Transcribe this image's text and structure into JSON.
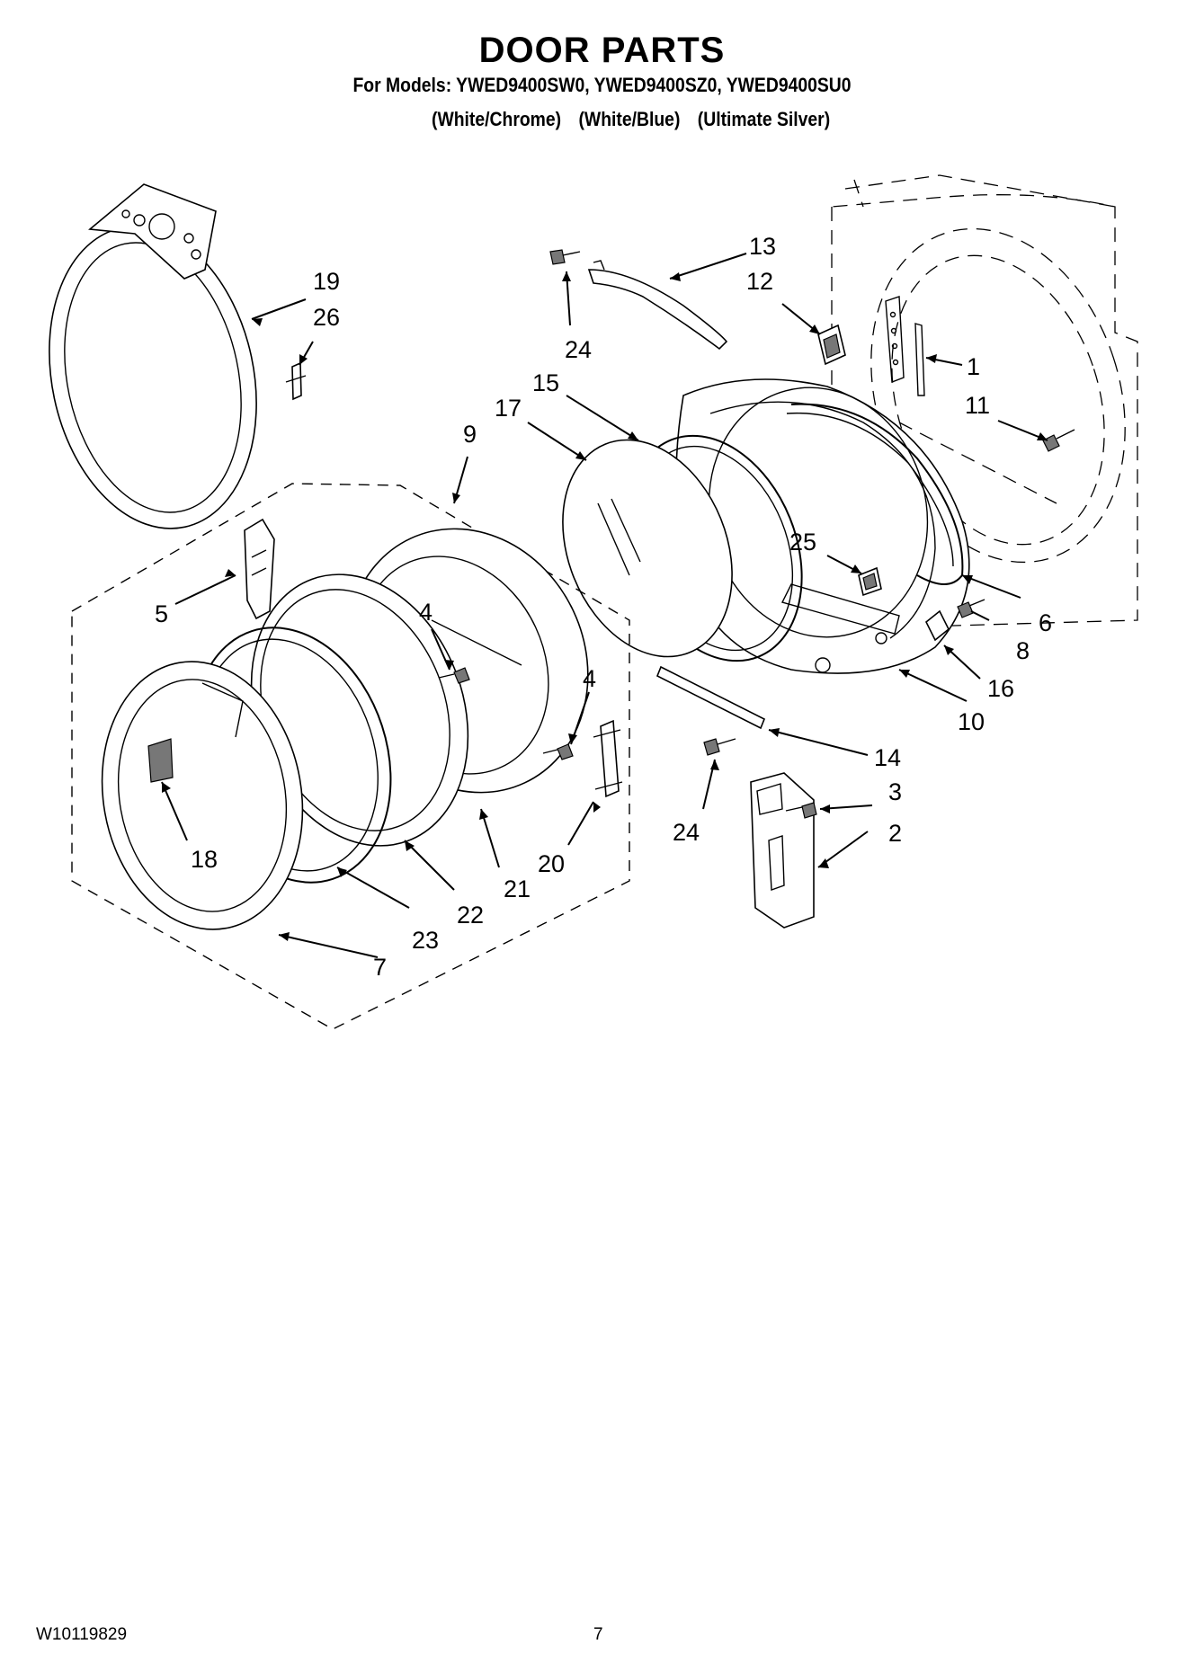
{
  "header": {
    "title": "DOOR PARTS",
    "models_line": "For Models: YWED9400SW0, YWED9400SZ0, YWED9400SU0",
    "variants": [
      "(White/Chrome)",
      "(White/Blue)",
      "(Ultimate Silver)"
    ]
  },
  "callouts": {
    "c1": "1",
    "c2": "2",
    "c3": "3",
    "c4a": "4",
    "c4b": "4",
    "c5": "5",
    "c6": "6",
    "c7": "7",
    "c8": "8",
    "c9": "9",
    "c10": "10",
    "c11": "11",
    "c12": "12",
    "c13": "13",
    "c14": "14",
    "c15": "15",
    "c16": "16",
    "c17": "17",
    "c18": "18",
    "c19": "19",
    "c20": "20",
    "c21": "21",
    "c22": "22",
    "c23": "23",
    "c24a": "24",
    "c24b": "24",
    "c25": "25",
    "c26": "26"
  },
  "footer": {
    "doc_number": "W10119829",
    "page_number": "7"
  }
}
